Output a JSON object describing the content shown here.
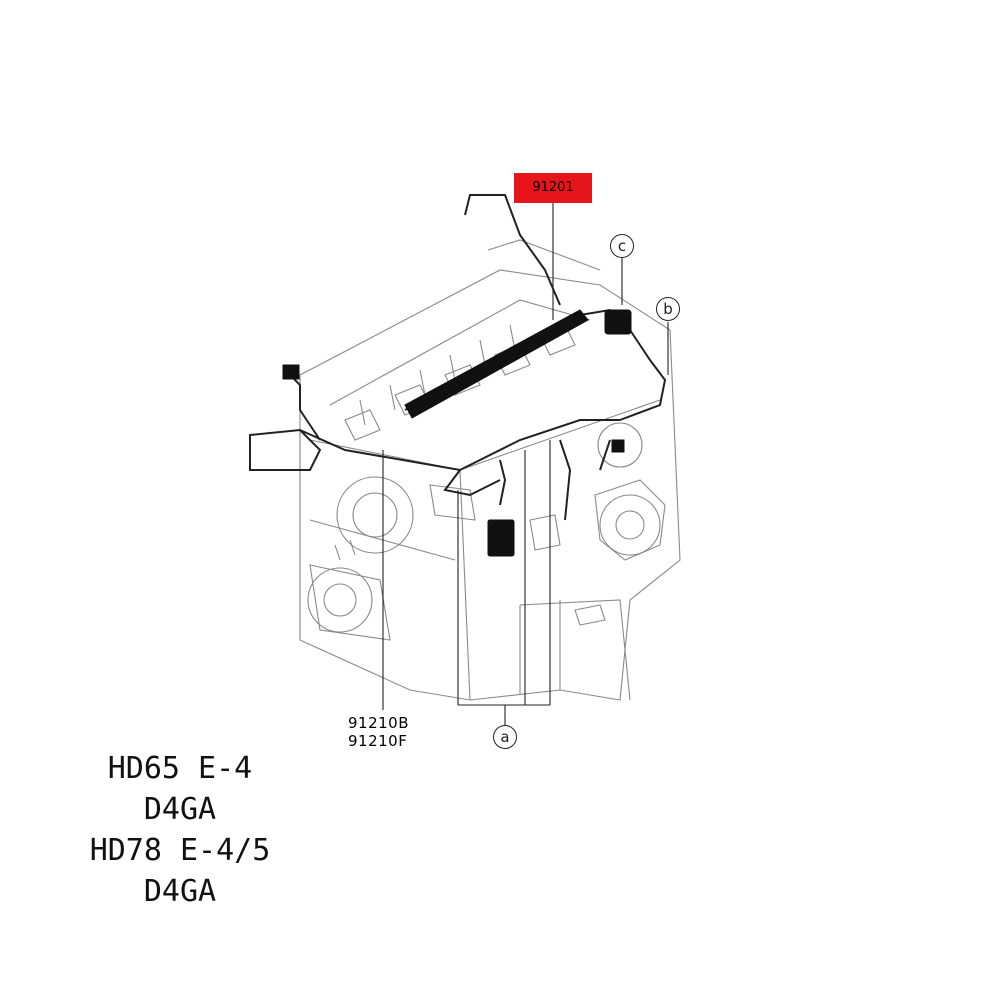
{
  "highlight_color": "#e8141c",
  "part_labels": {
    "main": "91201",
    "lower_1": "91210B",
    "lower_2": "91210F"
  },
  "callouts": {
    "a": "a",
    "b": "b",
    "c": "c"
  },
  "models": [
    "HD65 E-4",
    "D4GA",
    "HD78 E-4/5",
    "D4GA"
  ]
}
